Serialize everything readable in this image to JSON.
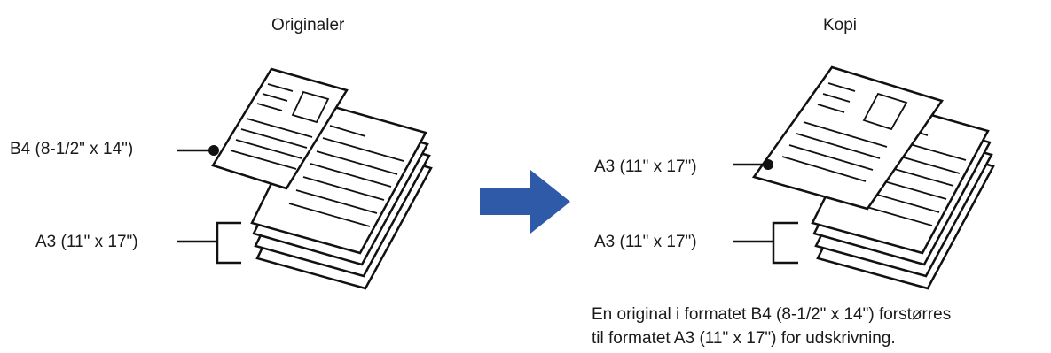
{
  "originals": {
    "title": "Originaler",
    "label_b4": "B4 (8-1/2\" x 14\")",
    "label_a3": "A3 (11\" x 17\")"
  },
  "copy": {
    "title": "Kopi",
    "label_top": "A3 (11\" x 17\")",
    "label_bottom": "A3 (11\" x 17\")"
  },
  "caption": {
    "line1": "En original i formatet B4 (8-1/2\" x 14\") forstørres",
    "line2": "til formatet A3 (11\" x 17\") for udskrivning."
  },
  "colors": {
    "arrow": "#2f5aa8",
    "stroke": "#111111"
  }
}
